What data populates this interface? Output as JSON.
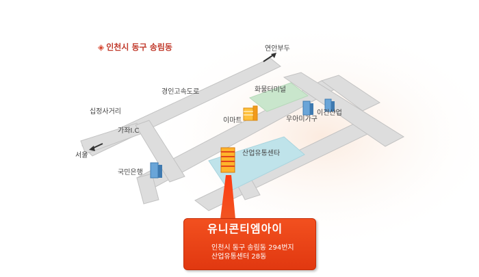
{
  "header": {
    "bullet": "◈",
    "title": "인천시 동구 송림동"
  },
  "map_labels": {
    "yeonan_pier": "연안부두",
    "gyeongin_expressway": "경인고속도로",
    "cargo_terminal": "화물터미널",
    "sipjeong_intersection": "십정사거리",
    "emart": "이마트",
    "woomi_construction": "우아미가구",
    "igeon_industry": "이건산업",
    "gajwa_ic": "가좌I.C",
    "seoul": "서울",
    "distribution_center": "산업유통센타",
    "kookmin_bank": "국민은행"
  },
  "callout": {
    "company": "유니콘티엠아이",
    "address_line1": "인천시 동구 송림동 294번지",
    "address_line2": "산업유통센터 28동"
  },
  "colors": {
    "road": "#dcdcdc",
    "road_edge": "#bdbdbd",
    "cargo_lot": "#c9e6cc",
    "center_lot": "#bfe3ea",
    "callout": "#e8441b",
    "building_blue": "#6aa5d8",
    "building_orange": "#f6a21b",
    "header": "#c0392b"
  }
}
